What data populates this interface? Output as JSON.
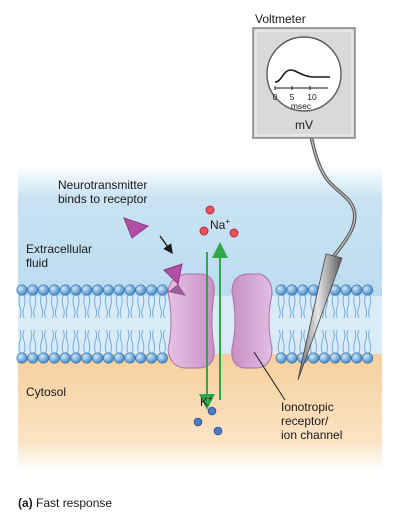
{
  "figure": {
    "voltmeter_label": "Voltmeter",
    "meter": {
      "tick_labels": [
        "0",
        "5",
        "10"
      ],
      "axis_unit": "msec",
      "unit_label": "mV"
    },
    "labels": {
      "neurotransmitter": [
        "Neurotransmitter",
        "binds to receptor"
      ],
      "extracellular": [
        "Extracellular",
        "fluid"
      ],
      "cytosol": "Cytosol",
      "na_ion": "Na",
      "k_ion": "K",
      "ion_charge": "+",
      "receptor": [
        "Ionotropic",
        "receptor/",
        "ion channel"
      ]
    },
    "caption": {
      "tag": "(a)",
      "text": "Fast response"
    },
    "colors": {
      "extracellular": "#c9e3f3",
      "cytosol": "#f6cf9c",
      "lipid_head": "#5b9fd6",
      "receptor": "#d7a7d5",
      "receptor_dark": "#b985b8",
      "neurotransmitter": "#b24fa8",
      "na_ion": "#e8505b",
      "k_ion": "#4d7cc4",
      "arrow": "#2fa84a",
      "voltmeter_body": "#d9d9d9"
    }
  }
}
